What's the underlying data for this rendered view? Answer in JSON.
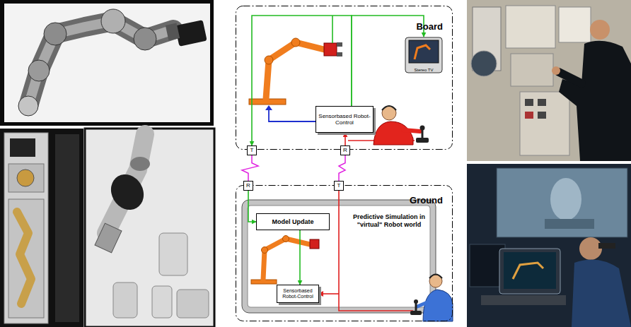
{
  "diagram": {
    "nodes": [
      {
        "text": [
          "Board"
        ]
      },
      {
        "text": [
          "Sensorbased Robot-Control"
        ],
        "in": 0
      },
      {
        "text": [
          "Stereo TV"
        ],
        "in": 0
      },
      {
        "text": [
          "T"
        ],
        "in": 0
      },
      {
        "text": [
          "R"
        ],
        "in": 0
      },
      {
        "text": [
          "Ground",
          "Predictive Simulation in \"virtual\" Robot world"
        ]
      },
      {
        "text": [
          "R"
        ],
        "in": 5
      },
      {
        "text": [
          "T"
        ],
        "in": 5
      },
      {
        "text": [
          "Model Update"
        ],
        "in": 5
      },
      {
        "text": [
          "Sensorbased Robot-Control"
        ],
        "in": 5
      }
    ],
    "edges": [
      {
        "from": 1,
        "to": 2,
        "arrow": "to"
      },
      {
        "from": 1,
        "to": 3,
        "arrow": "to"
      },
      {
        "from": 4,
        "to": 1,
        "arrow": "to"
      },
      {
        "from": 3,
        "to": 6,
        "arrow": "none"
      },
      {
        "from": 7,
        "to": 4,
        "arrow": "none"
      },
      {
        "from": 6,
        "to": 8,
        "arrow": "to"
      },
      {
        "from": 8,
        "to": 9,
        "arrow": "to"
      }
    ]
  }
}
